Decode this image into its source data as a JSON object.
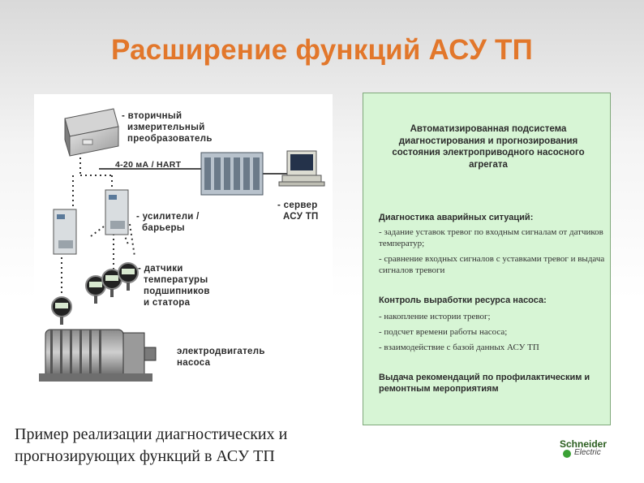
{
  "slide": {
    "title": "Расширение функций АСУ ТП",
    "caption_line1": "Пример реализации диагностических и",
    "caption_line2": "прогнозирующих функций в АСУ ТП"
  },
  "diagram": {
    "label_transducer": "- вторичный\n  измерительный\n  преобразователь",
    "label_signal": "4-20 мА / HART",
    "label_server": "- сервер\n  АСУ ТП",
    "label_amplifiers": "- усилители /\n  барьеры",
    "label_sensors": "- датчики\n  температуры\n  подшипников\n  и статора",
    "label_motor": "электродвигатель\nнасоса"
  },
  "panel": {
    "heading": "Автоматизированная подсистема диагностирования и прогнозирования состояния электроприводного насосного агрегата",
    "section1_title": "Диагностика аварийных ситуаций:",
    "section1_items": [
      "- задание уставок тревог по входным сигналам от датчиков температур;",
      "- сравнение входных сигналов с уставками тревог и выдача сигналов тревоги"
    ],
    "section2_title": "Контроль выработки ресурса насоса:",
    "section2_items": [
      "- накопление истории тревог;",
      "- подсчет времени работы насоса;",
      "- взаимодействие с базой данных АСУ ТП"
    ],
    "section3_title": "Выдача рекомендаций по профилактическим и ремонтным мероприятиям"
  },
  "logo": {
    "line1": "Schneider",
    "line2": "Electric"
  },
  "colors": {
    "title": "#e2772b",
    "panel_bg": "#d7f5d5",
    "panel_border": "#7fa87a"
  }
}
